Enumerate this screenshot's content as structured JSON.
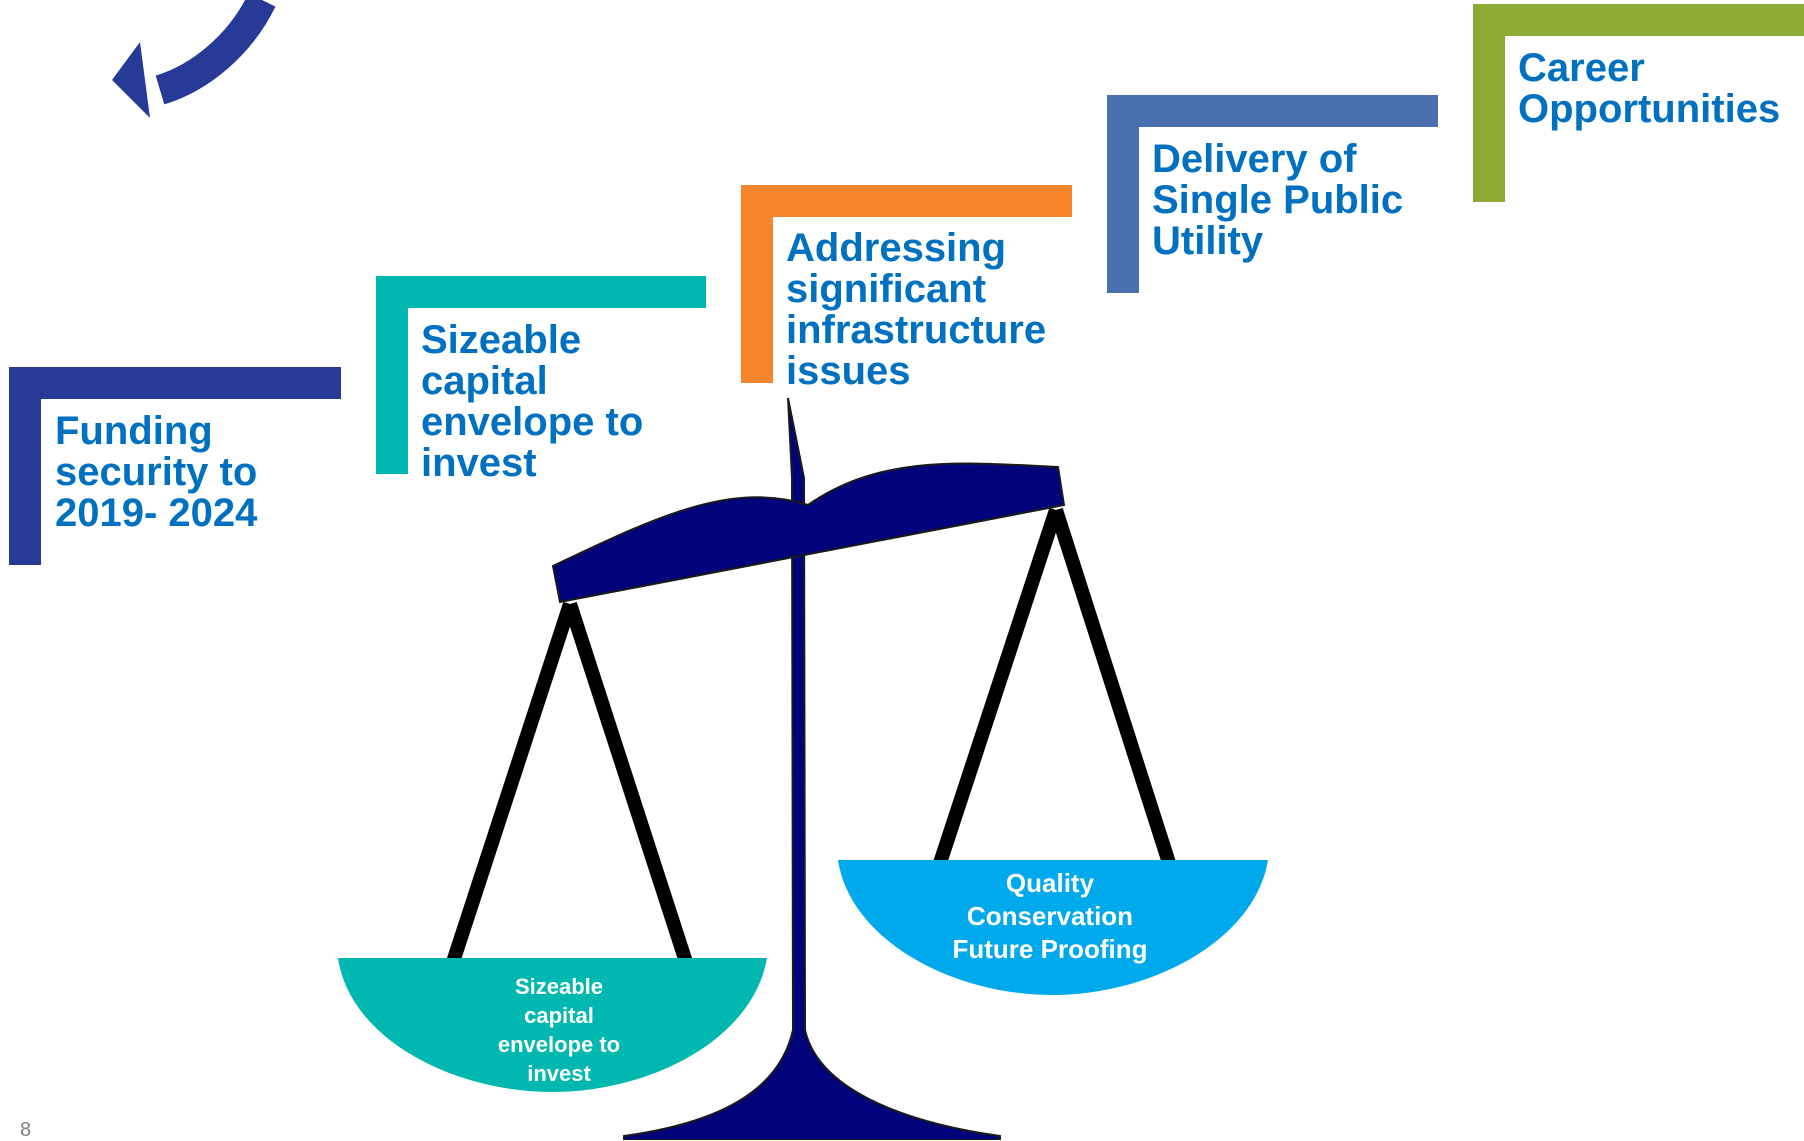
{
  "colors": {
    "navy": "#283a97",
    "teal": "#00b8b0",
    "orange": "#f5842a",
    "steel_blue": "#4a6fae",
    "olive_green": "#8faa35",
    "text_blue": "#0070c0",
    "scale_body": "#02037b",
    "right_pan": "#00a9ec",
    "left_pan": "#00b8b0"
  },
  "steps": [
    {
      "id": "funding",
      "color": "navy",
      "label": "Funding\nsecurity to\n2019- 2024"
    },
    {
      "id": "capital",
      "color": "teal",
      "label": "Sizeable\ncapital\nenvelope to\ninvest"
    },
    {
      "id": "infrastructure",
      "color": "orange",
      "label": "Addressing\nsignificant\ninfrastructure\nissues"
    },
    {
      "id": "utility",
      "color": "steel_blue",
      "label": "Delivery of\nSingle Public\nUtility"
    },
    {
      "id": "career",
      "color": "olive_green",
      "label": "Career\nOpportunities"
    }
  ],
  "scale": {
    "left_pan_label": "Sizeable\ncapital\nenvelope to\ninvest",
    "right_pan_label": "Quality\nConservation\nFuture Proofing"
  },
  "arrow_icon": "curved-arrow-icon",
  "page_number": "8"
}
